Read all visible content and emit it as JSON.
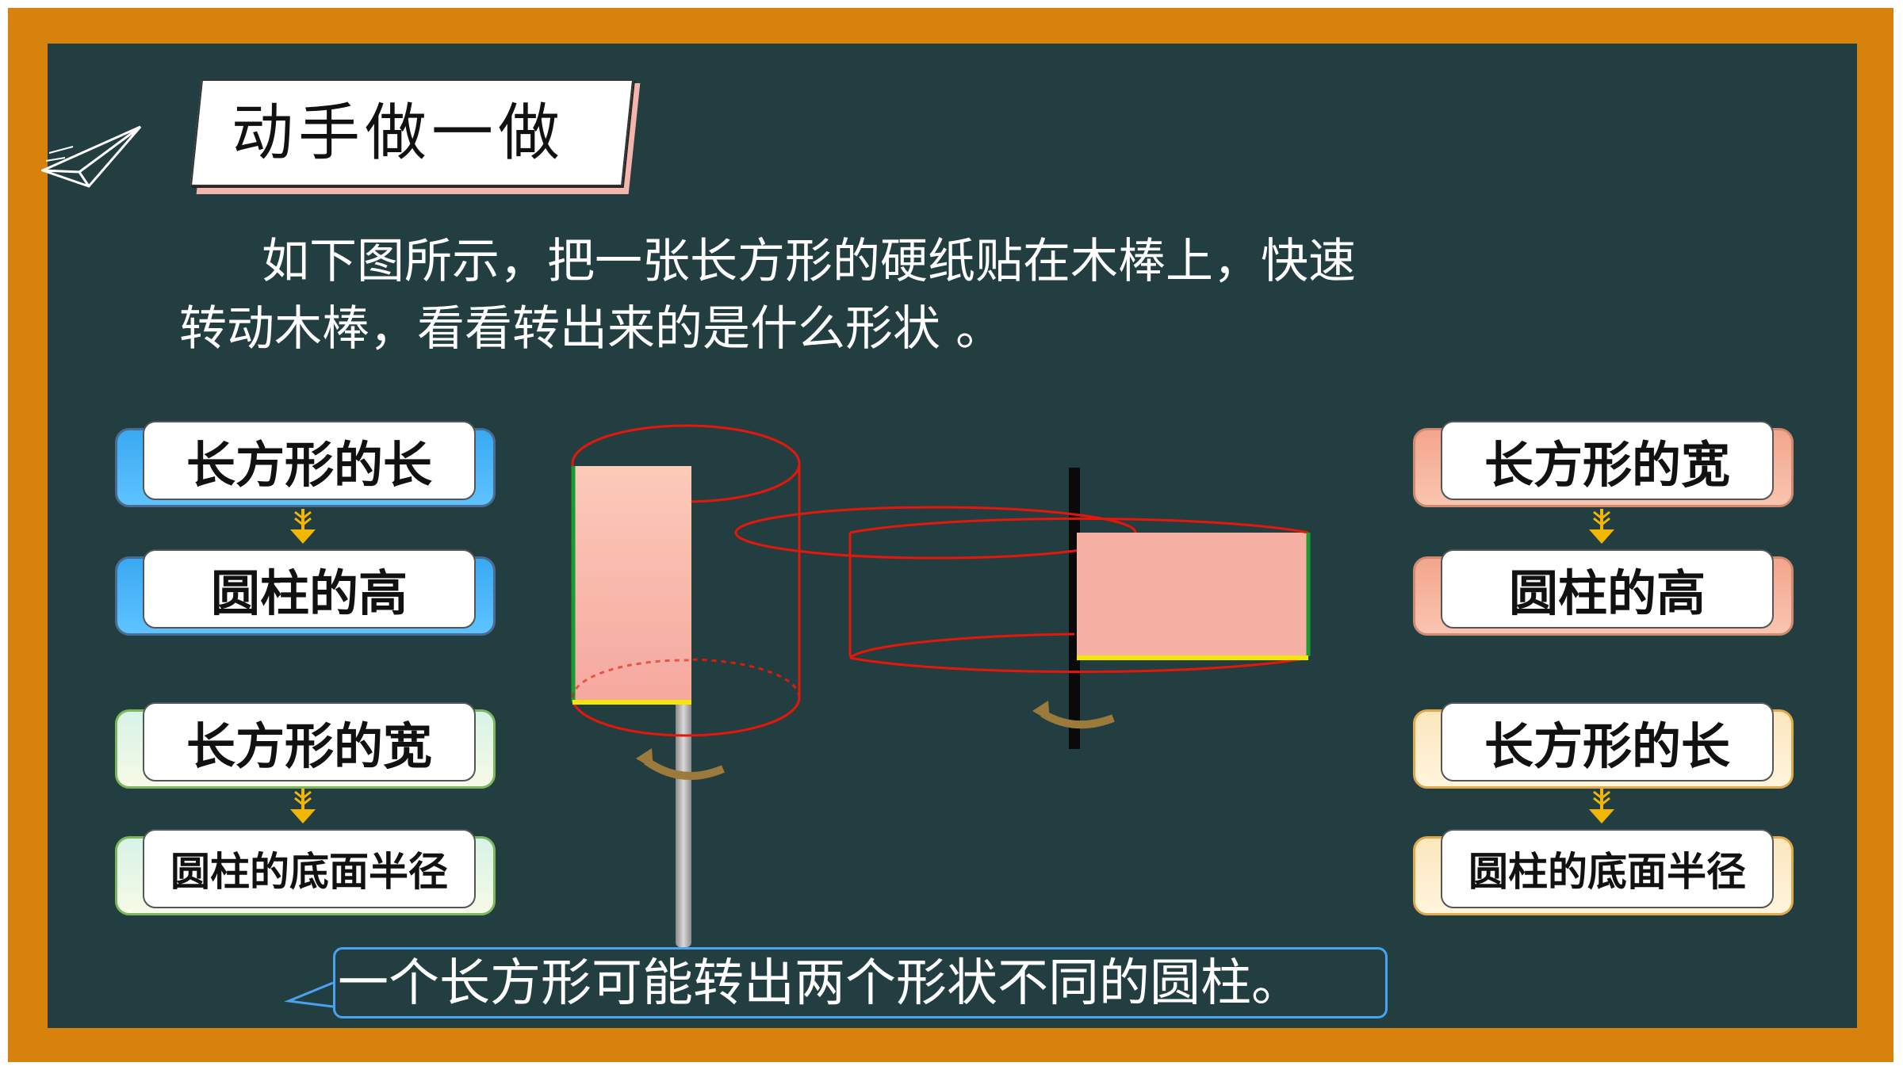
{
  "title": "动手做一做",
  "intro": {
    "line1": "如下图所示，把一张长方形的硬纸贴在木棒上，快速",
    "line2": "转动木棒，看看转出来的是什么形状 。"
  },
  "left": {
    "pair1": {
      "from": "长方形的长",
      "to": "圆柱的高"
    },
    "pair2": {
      "from": "长方形的宽",
      "to": "圆柱的底面半径"
    }
  },
  "right": {
    "pair1": {
      "from": "长方形的宽",
      "to": "圆柱的高"
    },
    "pair2": {
      "from": "长方形的长",
      "to": "圆柱的底面半径"
    }
  },
  "conclusion": "一个长方形可能转出两个形状不同的圆柱。",
  "colors": {
    "frame": "#d8820e",
    "board": "#233e40",
    "cylinder_outline": "#e3170a",
    "rectangle_fill": "#f6b0a4",
    "length_edge": "#1a9b2e",
    "width_edge": "#f5e60a",
    "arrow": "#f2b705"
  },
  "icons": {
    "decoration": "paper-plane-icon",
    "rotation": "rotation-arrow-icon"
  }
}
